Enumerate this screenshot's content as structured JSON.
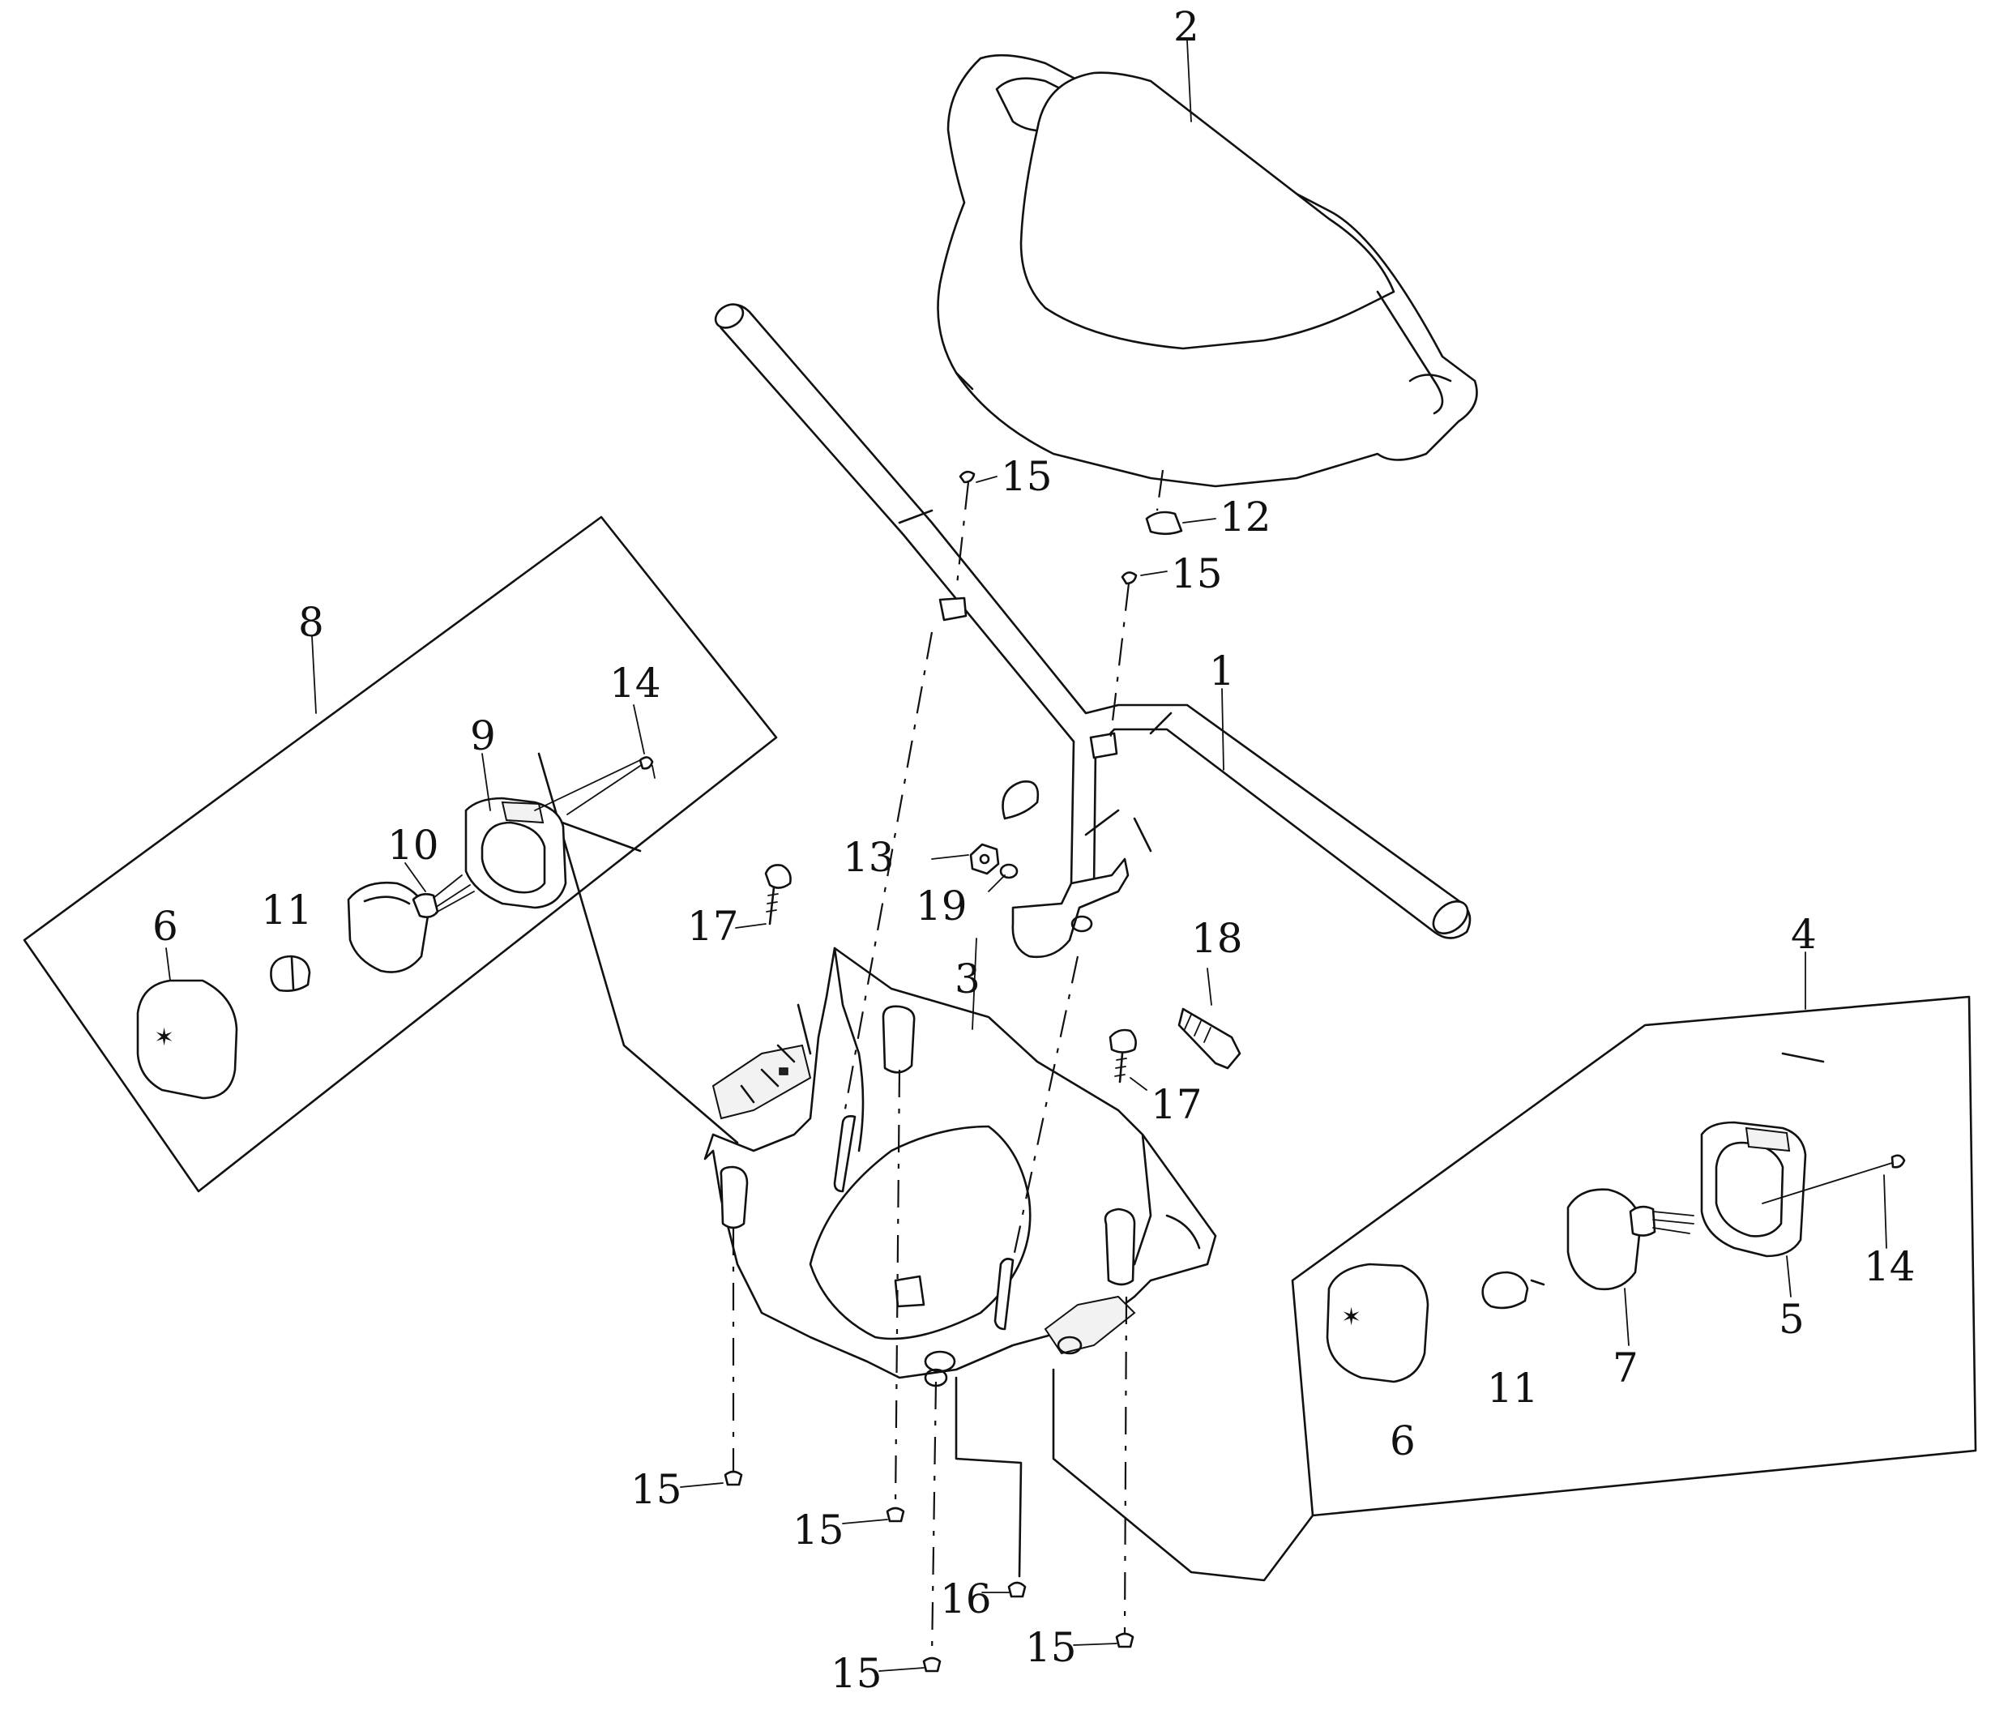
{
  "callouts": {
    "c1": "1",
    "c2": "2",
    "c3": "3",
    "c4": "4",
    "c5": "5",
    "c6_left": "6",
    "c6_right": "6",
    "c7": "7",
    "c8": "8",
    "c9": "9",
    "c10": "10",
    "c11_left": "11",
    "c11_right": "11",
    "c12": "12",
    "c13": "13",
    "c14_left": "14",
    "c14_right": "14",
    "c15_a": "15",
    "c15_b": "15",
    "c15_c": "15",
    "c15_d": "15",
    "c15_e": "15",
    "c15_f": "15",
    "c16": "16",
    "c17_left": "17",
    "c17_right": "17",
    "c18": "18",
    "c19": "19"
  },
  "colors": {
    "line": "#111111",
    "paper": "#ffffff"
  }
}
